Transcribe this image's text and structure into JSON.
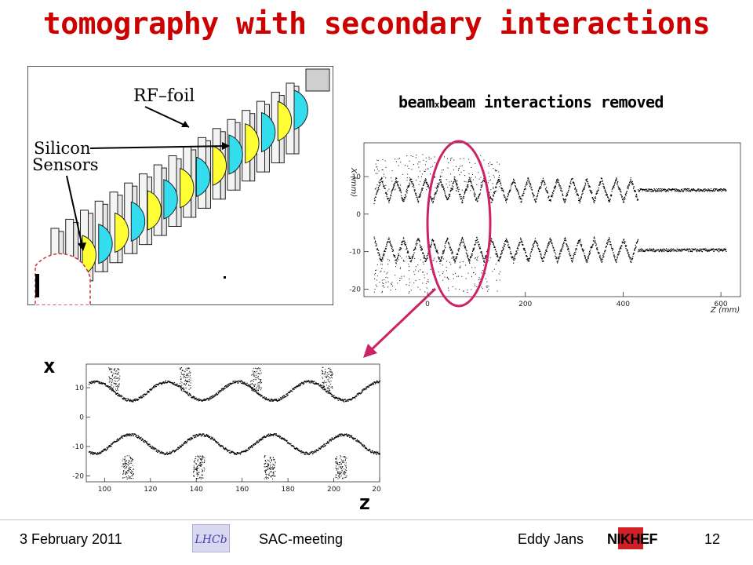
{
  "slide": {
    "title": "tomography with secondary interactions",
    "subtitle_pre": "beam",
    "subtitle_x": "x",
    "subtitle_post": "beam interactions removed",
    "zoom_x_label": "x",
    "zoom_z_label": "z"
  },
  "detector_image": {
    "label_rf": "RF–foil",
    "label_silicon_1": "Silicon",
    "label_silicon_2": "Sensors"
  },
  "chart_data": [
    {
      "type": "scatter",
      "ylabel": "X (mm)",
      "xlabel": "Z (mm)",
      "x_ticks": [
        "0",
        "200",
        "400",
        "600"
      ],
      "y_ticks": [
        "10",
        "0",
        "-10",
        "-20"
      ],
      "xlim": [
        -130,
        640
      ],
      "ylim": [
        -22,
        19
      ]
    },
    {
      "type": "scatter",
      "x_ticks": [
        "100",
        "120",
        "140",
        "160",
        "180",
        "200",
        "20"
      ],
      "y_ticks": [
        "10",
        "0",
        "-10",
        "-20"
      ],
      "xlim": [
        92,
        220
      ],
      "ylim": [
        -22,
        18
      ]
    }
  ],
  "footer": {
    "date": "3 February 2011",
    "meeting": "SAC-meeting",
    "author": "Eddy Jans",
    "page": "12",
    "lhcb_logo_text": "LHCb",
    "nikhef_logo_text": "NIKHEF"
  },
  "colors": {
    "title": "#cc0000",
    "ellipse": "#cc2266",
    "arrow": "#cc2266",
    "sensor_yellow": "#ffff33",
    "sensor_cyan": "#33ddee"
  }
}
